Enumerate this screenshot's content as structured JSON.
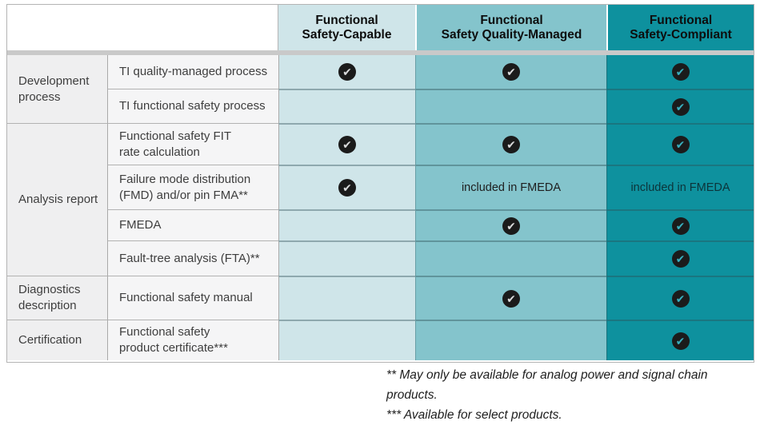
{
  "colors": {
    "capable_bg": "#cfe5e9",
    "quality_bg": "#84c4cc",
    "compliant_bg": "#0e919e",
    "group_bg": "#efeff0",
    "item_bg": "#f5f5f6",
    "band_bg": "#c9c9c9",
    "check_circle": "#1b1b1b",
    "check_light": "#d9dadb",
    "check_teal": "#38afbe"
  },
  "icons": {
    "check": "✔"
  },
  "table": {
    "columns": [
      {
        "line1": "Functional",
        "line2": "Safety-Capable"
      },
      {
        "line1": "Functional",
        "line2": "Safety Quality-Managed"
      },
      {
        "line1": "Functional",
        "line2": "Safety-Compliant"
      }
    ],
    "groups": [
      {
        "label": "Development\nprocess"
      },
      {
        "label": "Analysis report"
      },
      {
        "label": "Diagnostics\ndescription"
      },
      {
        "label": "Certification"
      }
    ],
    "rows": [
      {
        "item": "TI quality-managed process",
        "cells": [
          "check",
          "check",
          "check"
        ]
      },
      {
        "item": "TI functional safety process",
        "cells": [
          "",
          "",
          "check"
        ]
      },
      {
        "item": "Functional safety FIT\nrate calculation",
        "cells": [
          "check",
          "check",
          "check"
        ]
      },
      {
        "item": "Failure mode distribution\n(FMD) and/or pin FMA**",
        "cells": [
          "check",
          "included in FMEDA",
          "included in FMEDA"
        ]
      },
      {
        "item": "FMEDA",
        "cells": [
          "",
          "check",
          "check"
        ]
      },
      {
        "item": "Fault-tree analysis (FTA)**",
        "cells": [
          "",
          "",
          "check"
        ]
      },
      {
        "item": "Functional safety manual",
        "cells": [
          "",
          "check",
          "check"
        ]
      },
      {
        "item": "Functional safety\nproduct certificate***",
        "cells": [
          "",
          "",
          "check"
        ]
      }
    ],
    "footnotes": [
      "** May only be available for analog power and signal chain products.",
      "*** Available for select products."
    ]
  }
}
